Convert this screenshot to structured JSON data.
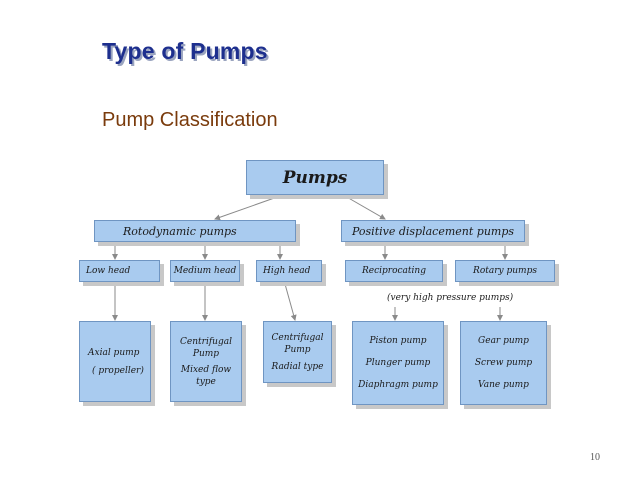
{
  "slide": {
    "title": "Type of Pumps",
    "subtitle": "Pump Classification",
    "page_number": "10"
  },
  "diagram": {
    "root": "Pumps",
    "categories": {
      "rotodynamic": "Rotodynamic pumps",
      "positive": "Positive displacement pumps"
    },
    "subtypes": {
      "low_head": "Low head",
      "medium_head": "Medium head",
      "high_head": "High head",
      "reciprocating": "Reciprocating",
      "rotary": "Rotary pumps"
    },
    "note": "(very high pressure pumps)",
    "leaves": {
      "low": [
        "Axial pump",
        "( propeller)"
      ],
      "medium": [
        "Centrifugal",
        "Pump",
        "Mixed flow",
        "type"
      ],
      "high": [
        "Centrifugal",
        "Pump",
        "Radial type"
      ],
      "reciprocating": [
        "Piston pump",
        "Plunger pump",
        "Diaphragm pump"
      ],
      "rotary": [
        "Gear pump",
        "Screw pump",
        "Vane pump"
      ]
    },
    "colors": {
      "box_fill": "#a9cbef",
      "box_border": "#6f95c2",
      "title": "#1d2f8e",
      "subtitle": "#7a3b0c"
    }
  }
}
